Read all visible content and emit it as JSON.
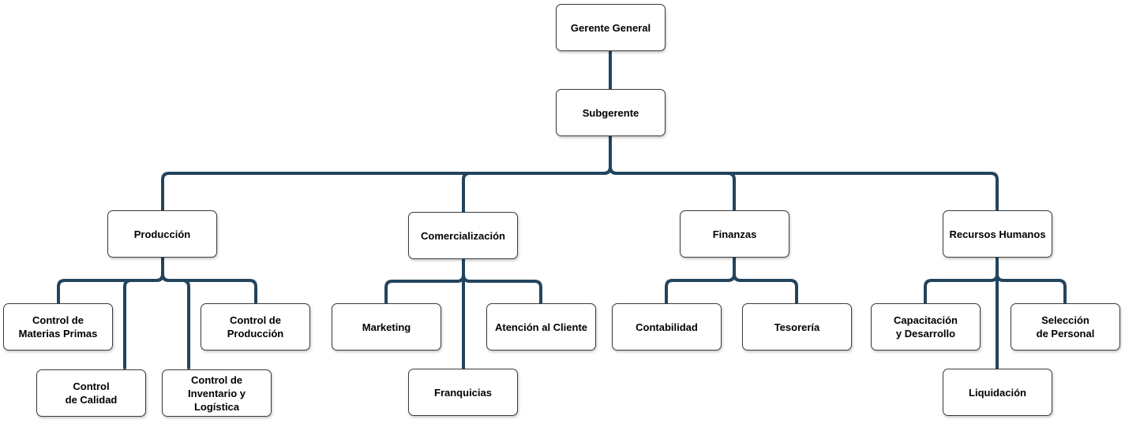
{
  "line_color": "#23445d",
  "nodes": {
    "gerente_general": "Gerente General",
    "subgerente": "Subgerente",
    "produccion": "Producción",
    "comercializacion": "Comercialización",
    "finanzas": "Finanzas",
    "recursos_humanos": "Recursos Humanos",
    "control_materias_primas": "Control de\nMaterias Primas",
    "control_calidad": "Control\nde Calidad",
    "control_inventario": "Control de\nInventario y\nLogística",
    "control_produccion": "Control de\nProducción",
    "marketing": "Marketing",
    "franquicias": "Franquicias",
    "atencion_cliente": "Atención al Cliente",
    "contabilidad": "Contabilidad",
    "tesoreria": "Tesorería",
    "capacitacion": "Capacitación\ny Desarrollo",
    "liquidacion": "Liquidación",
    "seleccion_personal": "Selección\nde Personal"
  }
}
